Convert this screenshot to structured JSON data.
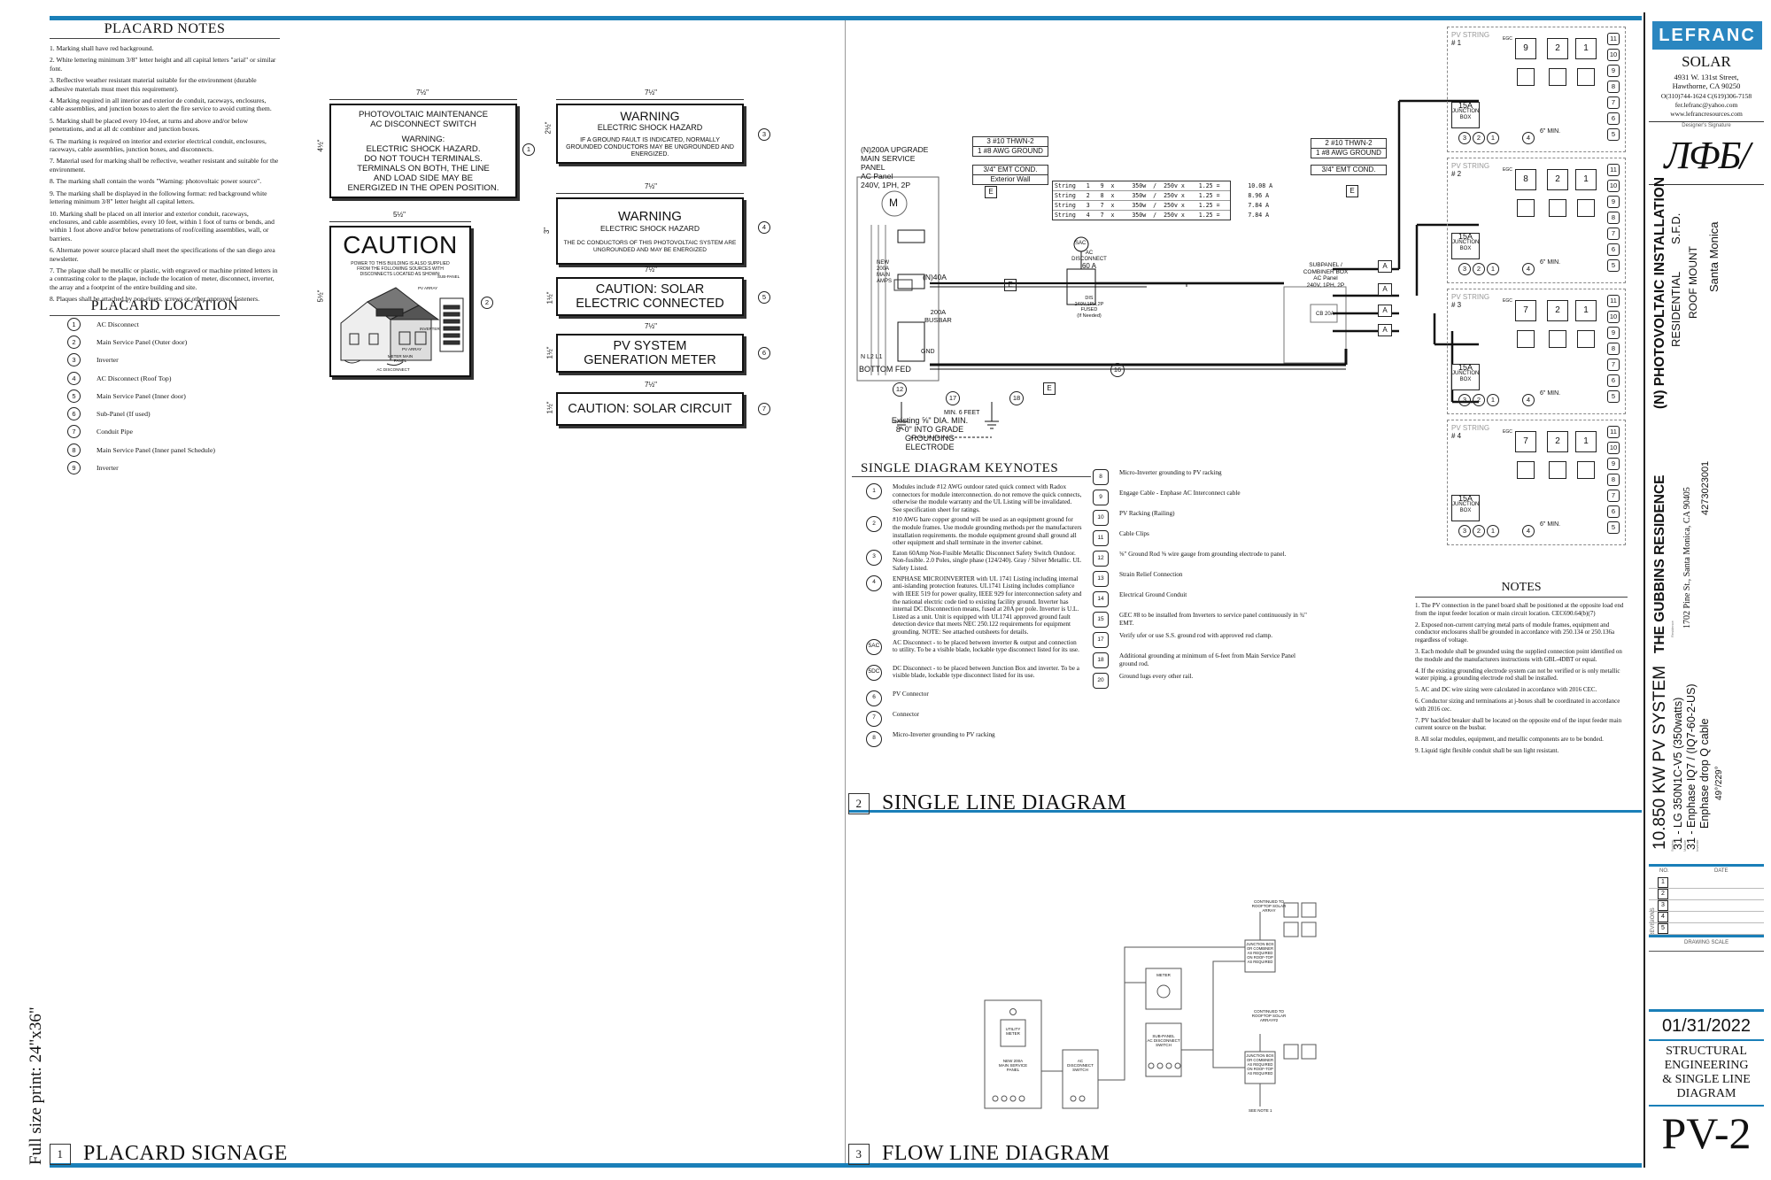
{
  "placard_notes": {
    "title": "PLACARD NOTES",
    "items": [
      "1.    Marking shall have red background.",
      "2.    White lettering minimum 3/8\" letter height and all capital letters \"arial\" or similar font.",
      "3.    Reflective weather resistant material suitable for the environment (durable adhesive materials must meet this requirement).",
      "4.    Marking required in all interior and exterior de conduit, raceways, enclosures, cable assemblies, and junction boxes to alert the fire service to avoid cutting them.",
      "5.    Marking shall be placed every 10-feet, at turns and above and/or below penetrations, and at all dc combiner and junction boxes.",
      "6.    The marking is required on interior and exterior electrical conduit, enclosures, raceways, cable assemblies, junction boxes, and disconnects.",
      "7.    Material used for marking shall be reflective, weather resistant and suitable for the environment.",
      "8.    The marking shall contain the words \"Warning: photovoltaic power source\".",
      "9.    The marking shall be displayed in the following format: red background white lettering minimum 3/8\" letter height all capital letters.",
      "10.   Marking shall be placed on all interior and exterior conduit, raceways, enclosures, and cable assemblies, every 10 feet, within 1 foot of turns or bends, and within 1 foot above and/or below penetrations of roof/ceiling assemblies, wall, or barriers.",
      "6.    Alternate power source placard shall meet the specifications of the san diego area newsletter.",
      "7.    The plaque shall be metallic or plastic, with engraved or machine printed letters in a contrasting color to the plaque, include the location of meter, disconnect, inverter, the array and a footprint of the entire building and site.",
      "8.    Plaques shall be attached by pop-rivets, screws or other approved fasteners."
    ]
  },
  "placard_location": {
    "title": "PLACARD LOCATION",
    "items": [
      {
        "num": "1",
        "label": "AC Disconnect"
      },
      {
        "num": "2",
        "label": "Main Service Panel (Outer door)"
      },
      {
        "num": "3",
        "label": "Inverter"
      },
      {
        "num": "4",
        "label": "AC Disconnect (Roof Top)"
      },
      {
        "num": "5",
        "label": "Main Service Panel (Inner door)"
      },
      {
        "num": "6",
        "label": "Sub-Panel (If used)"
      },
      {
        "num": "7",
        "label": "Conduit Pipe"
      },
      {
        "num": "8",
        "label": "Main Service Panel (Inner panel Schedule)"
      },
      {
        "num": "9",
        "label": "Inverter"
      }
    ]
  },
  "placards": {
    "p1": {
      "dim_w": "7½\"",
      "dim_h": "4½\"",
      "lines": [
        "PHOTOVOLTAIC MAINTENANCE",
        "AC DISCONNECT SWITCH",
        "",
        "WARNING:",
        "ELECTRIC SHOCK HAZARD.",
        "DO NOT TOUCH TERMINALS.",
        "TERMINALS ON BOTH, THE LINE",
        "AND LOAD SIDE MAY BE",
        "ENERGIZED IN THE OPEN POSITION."
      ],
      "callout": "1"
    },
    "p2": {
      "dim_w": "5½\"",
      "dim_h": "5½\"",
      "title": "CAUTION",
      "text": "POWER TO THIS BUILDING IS ALSO SUPPLIED FROM THE FOLLOWING SOURCES WITH DISCONNECTS LOCATED AS SHOWN:",
      "labels": [
        "SUB-PANEL",
        "PV ARRAY",
        "INVERTER",
        "PV ARRAY",
        "METER MAIN PANEL",
        "AC DISCONNECT"
      ],
      "callout": "2"
    },
    "p3": {
      "dim_w": "7½\"",
      "dim_h": "2½\"",
      "title": "WARNING",
      "sub": "ELECTRIC SHOCK HAZARD",
      "text": "IF A GROUND FAULT IS INDICATED, NORMALLY GROUNDED CONDUCTORS MAY BE UNGROUNDED AND ENERGIZED.",
      "callout": "3"
    },
    "p4": {
      "dim_w": "7½\"",
      "dim_h": "3\"",
      "title": "WARNING",
      "sub": "ELECTRIC SHOCK HAZARD",
      "text": "THE DC CONDUCTORS OF THIS PHOTOVOLTAIC SYSTEM ARE UNGROUNDED AND MAY BE ENERGIZED",
      "callout": "4"
    },
    "p5": {
      "dim_w": "7½\"",
      "dim_h": "1½\"",
      "lines": [
        "CAUTION: SOLAR",
        "ELECTRIC CONNECTED"
      ],
      "callout": "5"
    },
    "p6": {
      "dim_w": "7½\"",
      "dim_h": "1½\"",
      "lines": [
        "PV SYSTEM",
        "GENERATION METER"
      ],
      "callout": "6"
    },
    "p7": {
      "dim_w": "7½\"",
      "dim_h": "1½\"",
      "lines": [
        "CAUTION: SOLAR CIRCUIT"
      ],
      "callout": "7"
    }
  },
  "sections": {
    "s1": {
      "num": "1",
      "title": "PLACARD SIGNAGE"
    },
    "s2": {
      "num": "2",
      "title": "SINGLE LINE DIAGRAM"
    },
    "s3": {
      "num": "3",
      "title": "FLOW LINE DIAGRAM"
    }
  },
  "print_size": "Full size print: 24\"x36\"",
  "sld": {
    "main_panel": [
      "(N)200A UPGRADE",
      "MAIN SERVICE",
      "PANEL",
      "AC Panel",
      "240V, 1PH, 2P"
    ],
    "breaker_40a": "(N)40A",
    "new_200a": [
      "NEW",
      "200A",
      "MAIN",
      "AMPS"
    ],
    "busbar": [
      "200A",
      "BUSBAR"
    ],
    "gnd": "GND",
    "nl2l1": "N L2 L1",
    "meter_symbol": "M",
    "bottom_fed": "BOTTOM FED",
    "wire_left": [
      "3 #10 THWN-2",
      "1 #8 AWG GROUND"
    ],
    "conduit_left": [
      "3/4\"  EMT COND.",
      "Exterior Wall"
    ],
    "wire_right": [
      "2 #10 THWN-2",
      "1 #8 AWG GROUND"
    ],
    "conduit_right": "3/4\"  EMT COND.",
    "strings": [
      "String   1   9  x     350w  /  250v x    1.25 =        10.08 A",
      "String   2   8  x     350w  /  250v x    1.25 =        8.96 A",
      "String   3   7  x     350w  /  250v x    1.25 =        7.84 A",
      "String   4   7  x     350w  /  250v x    1.25 =        7.84 A"
    ],
    "ac_disconnect": [
      "AC",
      "DISCONNECT",
      "60 A",
      "DIS",
      "240V,1PH,2P",
      "FUSED",
      "(If Needed)"
    ],
    "sac": "SAC",
    "subpanel": [
      "SUBPANEL /",
      "COMBINER BOX",
      "AC Panel",
      "240V, 1PH, 2P"
    ],
    "cb": "CB 20A",
    "ground": [
      "Existing ⅝\" DIA. MIN.",
      "8'-0\" INTO GRADE",
      "GROUNDING",
      "ELECTRODE"
    ],
    "min_6_feet": "MIN. 6 FEET",
    "tags": {
      "e": "E",
      "a": "A",
      "c12": "12",
      "c17": "17",
      "c18": "18",
      "c16": "16"
    },
    "pv_string": "PV STRING",
    "string_counts": [
      "9",
      "8",
      "7",
      "7"
    ],
    "string_nums": [
      "# 1",
      "# 2",
      "# 3",
      "# 4"
    ],
    "jbox": [
      "15A",
      "JUNCTION",
      "BOX"
    ],
    "egc": "EGC",
    "six_min": "6\" MIN.",
    "module_two": "2",
    "module_one": "1"
  },
  "keynotes": {
    "title": "SINGLE DIAGRAM  KEYNOTES",
    "left": [
      {
        "num": "1",
        "text": "Modules include #12 AWG outdoor rated quick connect with Radox connectors for module interconnection. do not remove the quick connects, otherwise the module warranty and the UL Listing will be invalidated. See specification sheet for ratings."
      },
      {
        "num": "2",
        "text": "#10 AWG bare copper ground will be used as an equipment ground for the module frames. Use module grounding methods per the manufacturers installation requirements. the module equipment ground shall ground all other equipment and shall terminate in the inverter cabinet."
      },
      {
        "num": "3",
        "text": "Eaton 60Amp Non-Fusible Metallic Disconnect Safety Switch Outdoor. Non-fusible. 2.0 Poles, single phase (124/240). Gray / Silver Metallic. UL Safety Listed."
      },
      {
        "num": "4",
        "text": "ENPHASE MICROINVERTER with UL 1741 Listing including internal anti-islanding protection features. UL1741 Listing includes compliance with IEEE 519 for power quality, IEEE 929 for interconnection safety and the national electric code  tied to existing facility ground. Inverter has internal DC Disconnection means, fused at 20A per pole. Inverter is U.L. Listed as a unit. Unit is equipped with UL1741 approved ground fault detection device that meets NEC 250.122 requirements for equipment grounding.  NOTE: See attached outsheets for details."
      },
      {
        "num": "5AC",
        "text": "AC Disconnect - to be placed between inverter & output and connection to utility.  To be a visible blade, lockable type disconnect listed for its use."
      },
      {
        "num": "5DC",
        "text": "DC Disconnect - to be placed between Junction Box and inverter. To be a visible blade, lockable type disconnect listed for its use."
      },
      {
        "num": "6",
        "text": "PV Connector"
      },
      {
        "num": "7",
        "text": "Connector"
      },
      {
        "num": "8",
        "text": "Micro-Inverter grounding to PV racking"
      }
    ],
    "right": [
      {
        "num": "8",
        "text": "Micro-Inverter grounding to PV racking"
      },
      {
        "num": "9",
        "text": "Engage Cable - Enphase AC Interconnect cable"
      },
      {
        "num": "10",
        "text": "PV Racking (Railing)"
      },
      {
        "num": "11",
        "text": "Cable Clips"
      },
      {
        "num": "12",
        "text": "⅝\" Ground Rod ⅝ wire gauge from grounding electrode to panel."
      },
      {
        "num": "13",
        "text": "Strain Relief Connection"
      },
      {
        "num": "14",
        "text": "Electrical Ground Conduit"
      },
      {
        "num": "15",
        "text": "GEC #8 to be installed from Inverters to service panel continuously in ¾\" EMT."
      },
      {
        "num": "17",
        "text": "Verify ufer or use S.S. ground rod with approved rod clamp."
      },
      {
        "num": "18",
        "text": "Additional grounding at minimum of 6-feet from Main Service Panel ground rod."
      },
      {
        "num": "20",
        "text": "Ground lugs every other rail."
      }
    ]
  },
  "notes": {
    "title": "NOTES",
    "items": [
      "1.    The PV connection in the panel board shall be positioned at the opposite load end from the input feeder location or main circuit location. CEC690.64(b)(7)",
      "2.    Exposed non-current carrying metal parts of module frames, equipment and conductor enclosures shall be grounded in accordance with 250.134 or 250.136a regardless of voltage.",
      "3.    Each module shall be grounded using the supplied connection point identified on the module and the manufacturers instructions with GBL-4DBT or equal.",
      "4.    If the existing grounding electrode system can not be verified or is only metallic water piping, a grounding electrode rod shall be installed.",
      "5.    AC and DC wire sizing were calculated in accordance with 2016 CEC.",
      "6.    Conductor sizing and terminations at j-boxes shall be coordinated in accordance with 2016 cec.",
      "7.    PV backfed breaker shall be located on the opposite end of the input feeder main current source on the busbar.",
      "8.    All solar modules, equipment, and metallic components are to be bonded.",
      "9.    Liquid tight flexible conduit shall be sun light resistant."
    ]
  },
  "flow": {
    "continued1": [
      "CONTINUED TO",
      "ROOFTOP SOLAR",
      "ARRAY"
    ],
    "jb1": [
      "JUNCTION BOX",
      "OR COMBINER",
      "AS REQUIRED",
      "ON ROOF-TOP",
      "AS REQUIRED"
    ],
    "continued2": [
      "CONTINUED TO",
      "ROOFTOP SOLAR",
      "ARRAY#2"
    ],
    "jb2": [
      "JUNCTION BOX",
      "OR COMBINER",
      "AS REQUIRED",
      "ON ROOF-TOP",
      "AS REQUIRED"
    ],
    "meter": "METER",
    "subpanel": [
      "SUB-PANEL",
      "AC DISCONNECT",
      "SWITCH"
    ],
    "utility_meter": [
      "UTILITY",
      "METER"
    ],
    "main_panel": [
      "NEW 200A",
      "MAIN SERVICE",
      "PANEL"
    ],
    "ac_disc": [
      "AC",
      "DISCONNECT",
      "SWITCH"
    ],
    "see_note": "SEE NOTE 1"
  },
  "title_block": {
    "logo": "LEFRANC",
    "company": "SOLAR",
    "address1": "4931 W. 131st Street,",
    "address2": "Hawthorne, CA 90250",
    "phone": "O(310)744-1624 C(619)306-7158",
    "email": "fer.lefranc@yahoo.com",
    "web": "www.lefrancresources.com",
    "designer_label": "Designer's Signature",
    "signature": "ЛФБ/",
    "project_title": "(N) PHOTOVOLTAIC INSTALLATION",
    "residence": "THE  GUBBINS  RESIDENCE",
    "system": "10.850 KW PV SYSTEM",
    "modules": "31 - LG 350N1C-V5 (350watts)",
    "inverters": "31 - Enphase IQ7 / (IQ7-60-2-US)",
    "cable": "Enphase drop Q cable",
    "tilt": "49°/229°",
    "occupancy": "RESIDENTIAL",
    "sfd": "S.F.D.",
    "mount": "ROOF   MOUNT",
    "city": "Santa Monica",
    "address": "1702 Pine St., Santa Monica, CA 90405",
    "apn": "4273023001",
    "side_labels": [
      "Residence",
      "System",
      "Module",
      "Inverter"
    ],
    "rev_no": "NO.",
    "rev_date": "DATE",
    "rev_label": "REVISIONS",
    "revisions": [
      "1",
      "2",
      "3",
      "4",
      "5"
    ],
    "scale_label": "DRAWING SCALE",
    "date": "01/31/2022",
    "sheet_title": [
      "STRUCTURAL",
      "ENGINEERING",
      "& SINGLE LINE",
      "DIAGRAM"
    ],
    "sheet_number": "PV-2"
  },
  "colors": {
    "accent": "#1a7fb8",
    "logo_bg": "#2a86c0"
  }
}
